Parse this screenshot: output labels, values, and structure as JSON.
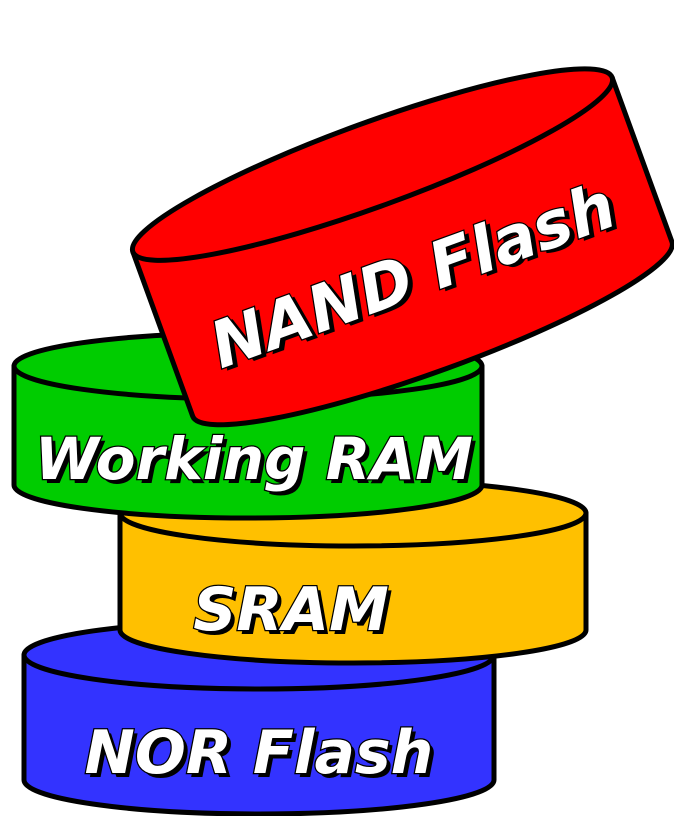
{
  "stack": {
    "nor_flash": {
      "label": "NOR Flash",
      "color": "#3333ff"
    },
    "sram": {
      "label": "SRAM",
      "color": "#ffc000"
    },
    "working_ram": {
      "label": "Working RAM",
      "color": "#00cc00"
    },
    "nand_flash": {
      "label": "NAND Flash",
      "color": "#ff0000"
    }
  }
}
